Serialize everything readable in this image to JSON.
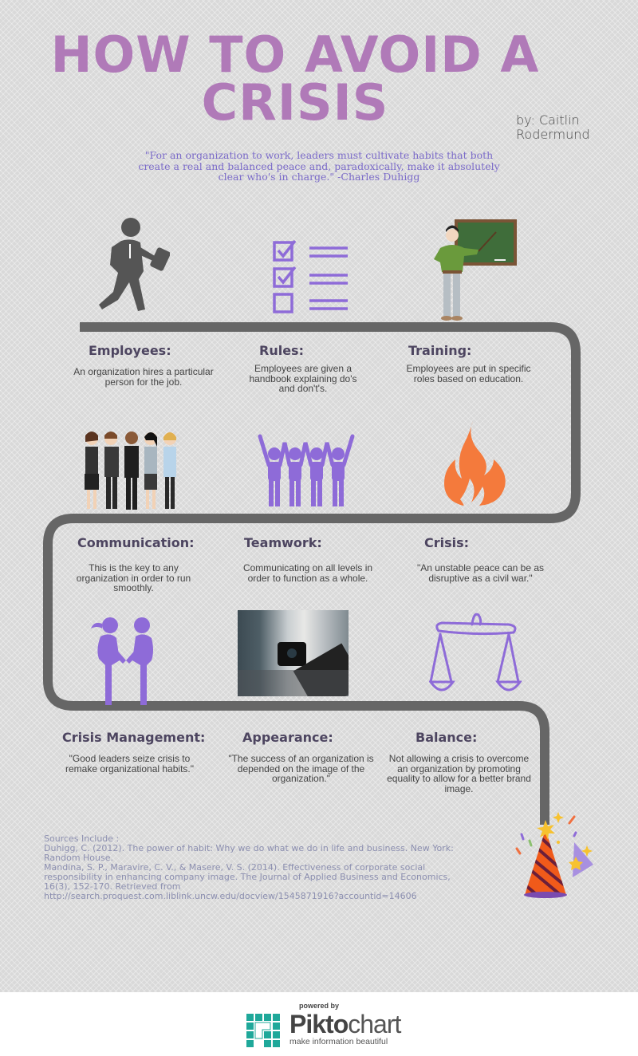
{
  "header": {
    "title_line1": "HOW TO AVOID A",
    "title_line2": "CRISIS",
    "byline_line1": "by: Caitlin",
    "byline_line2": "Rodermund",
    "quote": "\"For an organization to work, leaders must cultivate habits that both create a real and balanced peace and, paradoxically, make it absolutely clear who's in charge.\" -Charles Duhigg"
  },
  "colors": {
    "title": "#b07ab8",
    "quote": "#7b6bc9",
    "heading": "#4d4560",
    "road": "#666666",
    "icon_purple": "#8e6bd8",
    "fire": "#f47a3c",
    "sources": "#8c8fb0",
    "brand_teal": "#1fa89a"
  },
  "steps": [
    {
      "title": "Employees:",
      "desc": "An organization hires a particular person for the job.",
      "icon": "businessman-walking-icon"
    },
    {
      "title": "Rules:",
      "desc": "Employees are given a handbook explaining do's and don't's.",
      "icon": "checklist-icon"
    },
    {
      "title": "Training:",
      "desc": "Employees are put in specific roles based on education.",
      "icon": "teacher-chalkboard-icon"
    },
    {
      "title": "Communication:",
      "desc": "This is the key to any organization in order to run smoothly.",
      "icon": "group-handshake-icon"
    },
    {
      "title": "Teamwork:",
      "desc": "Communicating on all levels in order to function as a whole.",
      "icon": "team-raised-hands-icon"
    },
    {
      "title": "Crisis:",
      "desc": "\"An unstable peace can be as disruptive as a civil war.\"",
      "icon": "fire-icon"
    },
    {
      "title": "Crisis Management:",
      "desc": "\"Good leaders seize crisis to remake organizational habits.\"",
      "icon": "couple-holding-hands-icon"
    },
    {
      "title": "Appearance:",
      "desc": "\"The success of an organization is depended on the image of the organization.\"",
      "icon": "camera-photo-icon"
    },
    {
      "title": "Balance:",
      "desc": "Not allowing a crisis to overcome an organization by promoting equality to allow for a better brand image.",
      "icon": "balance-scale-icon"
    }
  ],
  "sources": {
    "heading": "Sources Include :",
    "entries": [
      "Duhigg, C. (2012). The power of habit: Why we do what we do in life and business. New York: Random House.",
      "Mandina, S. P., Maravire, C. V., & Masere, V. S. (2014). Effectiveness of corporate social responsibility in enhancing company image. The Journal of Applied Business and Economics, 16(3), 152-170. Retrieved from http://search.proquest.com.liblink.uncw.edu/docview/1545871916?accountid=14606"
    ]
  },
  "footer": {
    "powered_by": "powered by",
    "brand_bold": "Pikto",
    "brand_light": "chart",
    "tagline": "make information beautiful"
  }
}
